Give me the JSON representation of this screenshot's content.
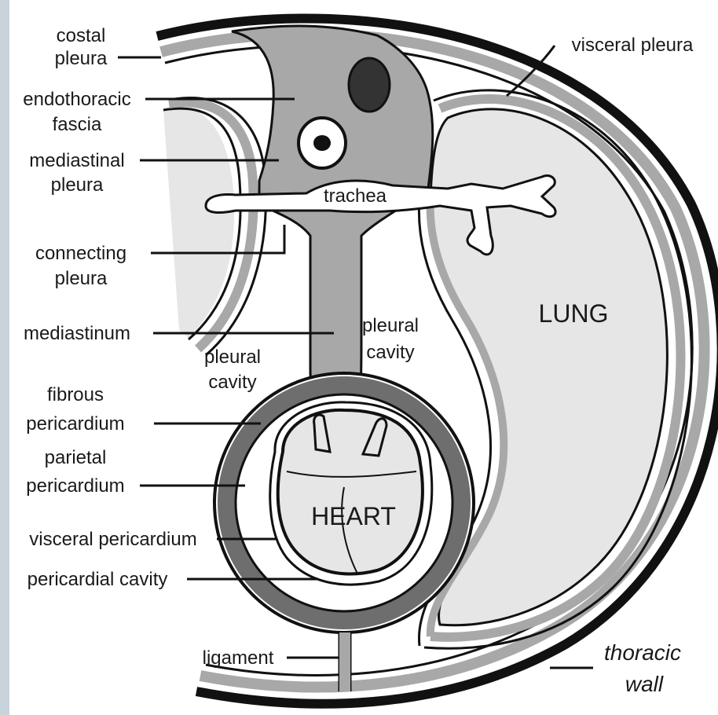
{
  "labels": {
    "costal_pleura_1": "costal",
    "costal_pleura_2": "pleura",
    "endothoracic_1": "endothoracic",
    "endothoracic_2": "fascia",
    "mediastinal_1": "mediastinal",
    "mediastinal_2": "pleura",
    "connecting_1": "connecting",
    "connecting_2": "pleura",
    "mediastinum": "mediastinum",
    "fibrous_1": "fibrous",
    "fibrous_2": "pericardium",
    "parietal_1": "parietal",
    "parietal_2": "pericardium",
    "visceral_pericardium": "visceral pericardium",
    "pericardial_cavity": "pericardial cavity",
    "ligament": "ligament",
    "visceral_pleura": "visceral pleura",
    "trachea": "trachea",
    "lung": "LUNG",
    "heart": "HEART",
    "pleural_cavity_left_1": "pleural",
    "pleural_cavity_left_2": "cavity",
    "pleural_cavity_right_1": "pleural",
    "pleural_cavity_right_2": "cavity",
    "thoracic_1": "thoracic",
    "thoracic_2": "wall"
  },
  "colors": {
    "outline": "#111111",
    "membrane_gray": "#a8a8a8",
    "fill_light": "#e6e6e6",
    "dark_band": "#6e6e6e",
    "edge_strip": "#c9d3dc"
  }
}
